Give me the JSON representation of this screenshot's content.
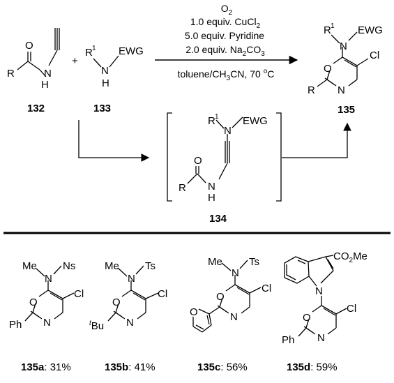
{
  "reagents": {
    "line1": "O",
    "line1_sub": "2",
    "line2": "1.0 equiv. CuCl",
    "line2_sub": "2",
    "line3": "5.0 equiv. Pyridine",
    "line4": "2.0 equiv. Na",
    "line4_sub1": "2",
    "line4_mid": "CO",
    "line4_sub2": "3",
    "conditions_a": "toluene/CH",
    "conditions_sub": "3",
    "conditions_b": "CN, 70 ",
    "conditions_deg": "o",
    "conditions_c": "C"
  },
  "compounds": {
    "c132": "132",
    "c133": "133",
    "c134": "134",
    "c135": "135"
  },
  "atoms": {
    "O": "O",
    "N": "N",
    "H": "H",
    "R": "R",
    "R1": "1",
    "EWG": "EWG",
    "Cl": "Cl",
    "plus": "+",
    "Me": "Me",
    "Ns": "Ns",
    "Ts": "Ts",
    "Ph": "Ph",
    "tBu_sup": "t",
    "tBu": "Bu",
    "CO2Me_a": "CO",
    "CO2Me_sub": "2",
    "CO2Me_b": "Me"
  },
  "examples": [
    {
      "id": "135a",
      "yield": ": 31%"
    },
    {
      "id": "135b",
      "yield": ": 41%"
    },
    {
      "id": "135c",
      "yield": ": 56%"
    },
    {
      "id": "135d",
      "yield": ": 59%"
    }
  ]
}
